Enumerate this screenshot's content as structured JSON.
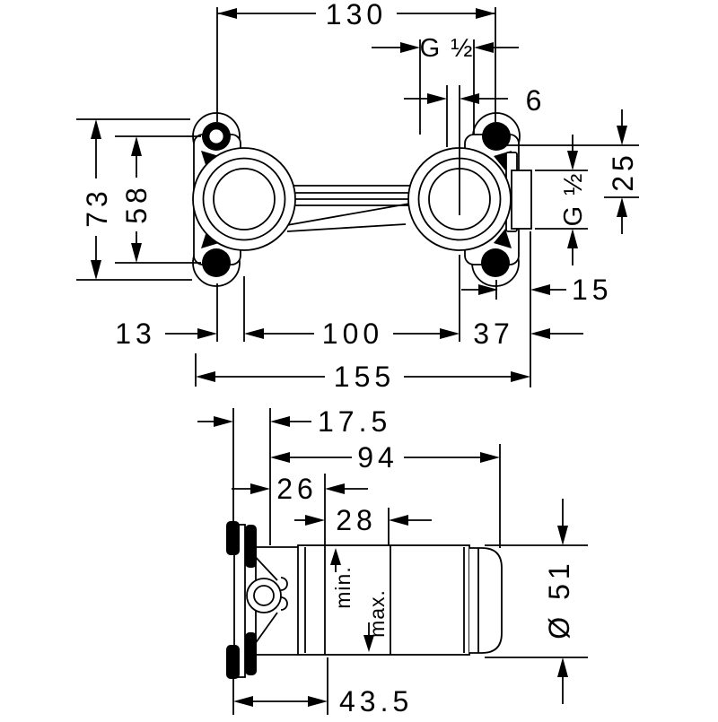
{
  "front_view": {
    "dim_width": "130",
    "dim_thread_top": "G ½",
    "dim_offset": "6",
    "dim_top_to_center": "25",
    "dim_thread_side": "G ½",
    "dim_height_overall": "73",
    "dim_hole_spacing": "58",
    "dim_hole_offset": "13",
    "dim_center_distance": "100",
    "dim_right_offset": "37",
    "dim_side_offset": "15",
    "dim_total_width": "155"
  },
  "side_view": {
    "dim_plate_offset": "17.5",
    "dim_total_depth": "94",
    "dim_min_depth": "26",
    "dim_adjustment": "28",
    "dim_base_depth": "43.5",
    "dim_diameter": "Ø 51",
    "label_min": "min.",
    "label_max": "max."
  }
}
